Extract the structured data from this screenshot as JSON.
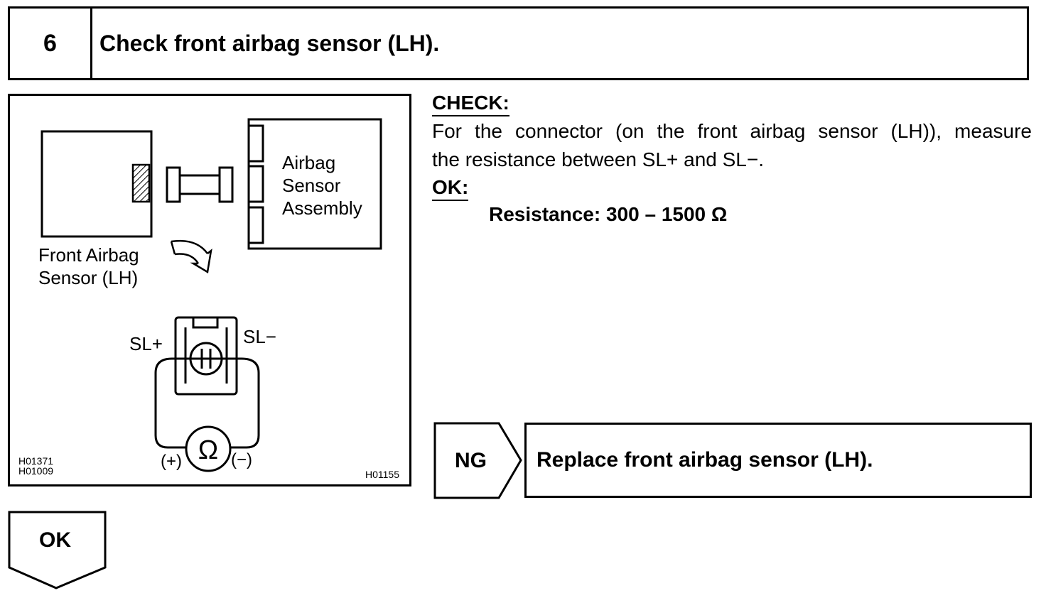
{
  "step": {
    "number": "6",
    "title": "Check front airbag sensor (LH)."
  },
  "figure": {
    "sensor_label_line1": "Front Airbag",
    "sensor_label_line2": "Sensor (LH)",
    "assembly_label_line1": "Airbag",
    "assembly_label_line2": "Sensor",
    "assembly_label_line3": "Assembly",
    "terminal_plus": "SL+",
    "terminal_minus": "SL−",
    "meter_plus": "(+)",
    "meter_minus": "(−)",
    "ohm_symbol": "Ω",
    "ref_code_1": "H01371",
    "ref_code_2": "H01009",
    "ref_code_3": "H01155"
  },
  "check": {
    "heading": "CHECK:",
    "text_line1": "For the connector (on the front airbag sensor (LH)), measure",
    "text_line2": "the resistance between SL+ and SL−."
  },
  "ok": {
    "heading": "OK:",
    "spec": "Resistance: 300 – 1500 Ω"
  },
  "ng_branch": {
    "tag": "NG",
    "action": "Replace front airbag sensor (LH)."
  },
  "ok_branch": {
    "tag": "OK"
  }
}
